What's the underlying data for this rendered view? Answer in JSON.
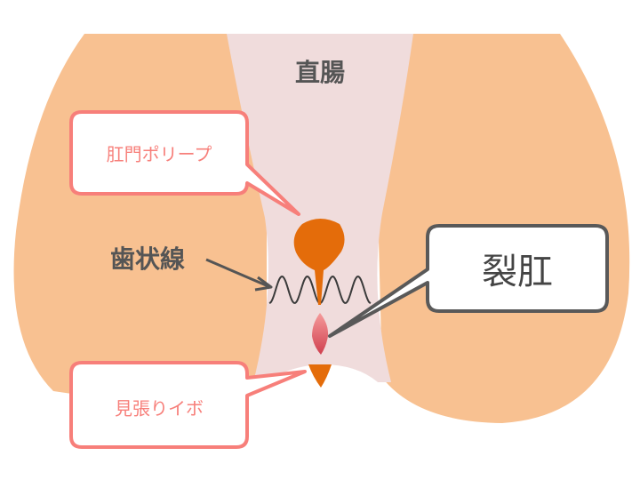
{
  "labels": {
    "rectum": "直腸",
    "dentate_line": "歯状線",
    "anal_polyp": "肛門ポリープ",
    "anal_fissure": "裂肛",
    "sentinel_pile": "見張りイボ"
  },
  "colors": {
    "skin": "#f8c191",
    "canal": "#f0dcdc",
    "lesion_orange": "#e46c0a",
    "callout_pink": "#f77f7a",
    "callout_dark": "#595959",
    "text_dark": "#555555",
    "fissure_top": "#f59a9a",
    "fissure_bottom": "#d0404f"
  }
}
